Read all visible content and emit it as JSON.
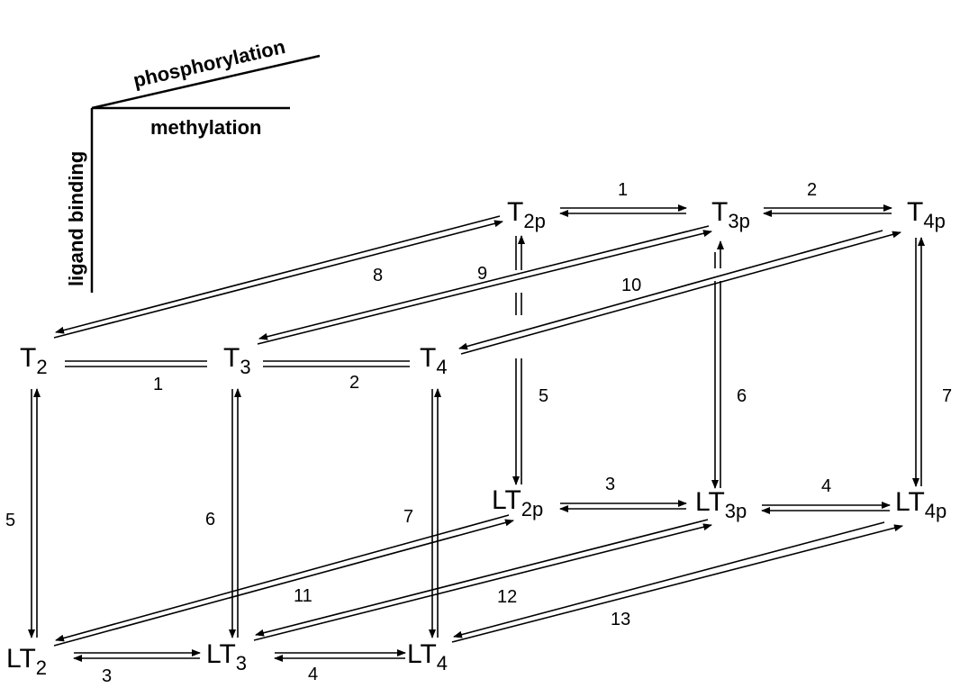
{
  "axes": {
    "phosphorylation": "phosphorylation",
    "methylation": "methylation",
    "ligand_binding": "ligand binding"
  },
  "nodes": [
    {
      "id": "T2",
      "prefix": "T",
      "sub": "2"
    },
    {
      "id": "T3",
      "prefix": "T",
      "sub": "3"
    },
    {
      "id": "T4",
      "prefix": "T",
      "sub": "4"
    },
    {
      "id": "T2p",
      "prefix": "T",
      "sub": "2p"
    },
    {
      "id": "T3p",
      "prefix": "T",
      "sub": "3p"
    },
    {
      "id": "T4p",
      "prefix": "T",
      "sub": "4p"
    },
    {
      "id": "LT2",
      "prefix": "LT",
      "sub": "2"
    },
    {
      "id": "LT3",
      "prefix": "LT",
      "sub": "3"
    },
    {
      "id": "LT4",
      "prefix": "LT",
      "sub": "4"
    },
    {
      "id": "LT2p",
      "prefix": "LT",
      "sub": "2p"
    },
    {
      "id": "LT3p",
      "prefix": "LT",
      "sub": "3p"
    },
    {
      "id": "LT4p",
      "prefix": "LT",
      "sub": "4p"
    }
  ],
  "edges": [
    {
      "id": "e-T2p-T3p",
      "from": "T2p",
      "to": "T3p",
      "label": "1"
    },
    {
      "id": "e-T3p-T4p",
      "from": "T3p",
      "to": "T4p",
      "label": "2"
    },
    {
      "id": "e-T2-T3",
      "from": "T2",
      "to": "T3",
      "label": "1"
    },
    {
      "id": "e-T3-T4",
      "from": "T3",
      "to": "T4",
      "label": "2"
    },
    {
      "id": "e-LT2p-LT3p",
      "from": "LT2p",
      "to": "LT3p",
      "label": "3"
    },
    {
      "id": "e-LT3p-LT4p",
      "from": "LT3p",
      "to": "LT4p",
      "label": "4"
    },
    {
      "id": "e-LT2-LT3",
      "from": "LT2",
      "to": "LT3",
      "label": "3"
    },
    {
      "id": "e-LT3-LT4",
      "from": "LT3",
      "to": "LT4",
      "label": "4"
    },
    {
      "id": "e-T2-T2p",
      "from": "T2",
      "to": "T2p",
      "label": "8"
    },
    {
      "id": "e-T3-T3p",
      "from": "T3",
      "to": "T3p",
      "label": "9"
    },
    {
      "id": "e-T4-T4p",
      "from": "T4",
      "to": "T4p",
      "label": "10"
    },
    {
      "id": "e-LT2-LT2p",
      "from": "LT2",
      "to": "LT2p",
      "label": "11"
    },
    {
      "id": "e-LT3-LT3p",
      "from": "LT3",
      "to": "LT3p",
      "label": "12"
    },
    {
      "id": "e-LT4-LT4p",
      "from": "LT4",
      "to": "LT4p",
      "label": "13"
    },
    {
      "id": "e-T2-LT2",
      "from": "T2",
      "to": "LT2",
      "label": "5"
    },
    {
      "id": "e-T3-LT3",
      "from": "T3",
      "to": "LT3",
      "label": "6"
    },
    {
      "id": "e-T4-LT4",
      "from": "T4",
      "to": "LT4",
      "label": "7"
    },
    {
      "id": "e-T2p-LT2p",
      "from": "T2p",
      "to": "LT2p",
      "label": "5"
    },
    {
      "id": "e-T3p-LT3p",
      "from": "T3p",
      "to": "LT3p",
      "label": "6"
    },
    {
      "id": "e-T4p-LT4p",
      "from": "T4p",
      "to": "LT4p",
      "label": "7"
    }
  ]
}
